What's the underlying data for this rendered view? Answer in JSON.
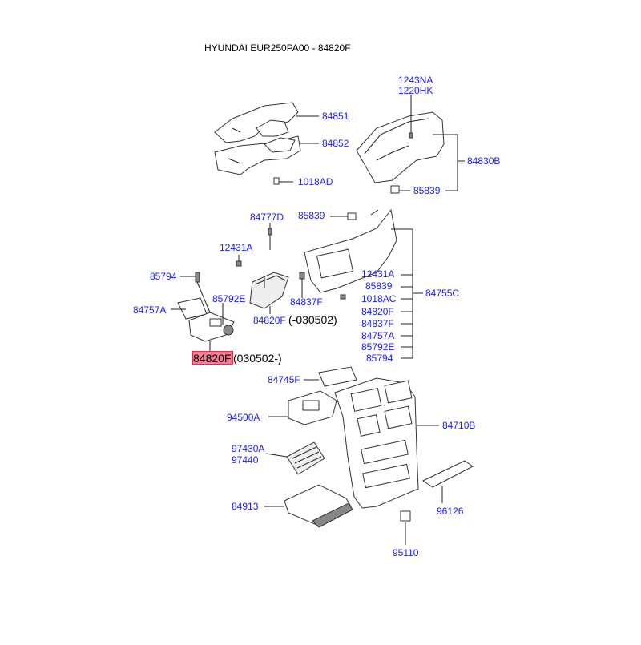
{
  "title": "HYUNDAI EUR250PA00 - 84820F",
  "highlight": {
    "label": "84820F",
    "suffix": "(030502-)",
    "color": "#f08095"
  },
  "labels": {
    "l1243NA": "1243NA",
    "l1220HK": "1220HK",
    "l84851": "84851",
    "l84852": "84852",
    "l1018AD": "1018AD",
    "l84830B": "84830B",
    "l85839a": "85839",
    "l84777D": "84777D",
    "l85839b": "85839",
    "l12431Aa": "12431A",
    "l85794a": "85794",
    "l85792Ea": "85792E",
    "l84757Aa": "84757A",
    "l84837Fa": "84837F",
    "l84820Fa": "84820F",
    "l84820Fa_suffix": "(-030502)",
    "l12431Ab": "12431A",
    "l85839c": "85839",
    "l1018AC": "1018AC",
    "l84820Fb": "84820F",
    "l84837Fb": "84837F",
    "l84757Ab": "84757A",
    "l85792Eb": "85792E",
    "l85794b": "85794",
    "l84755C": "84755C",
    "l84745F": "84745F",
    "l94500A": "94500A",
    "l84710B": "84710B",
    "l97430A": "97430A",
    "l97440": "97440",
    "l84913": "84913",
    "l96126": "96126",
    "l95110": "95110"
  },
  "colors": {
    "link": "#1a1aff",
    "line": "#222222",
    "highlight": "#f08095"
  }
}
